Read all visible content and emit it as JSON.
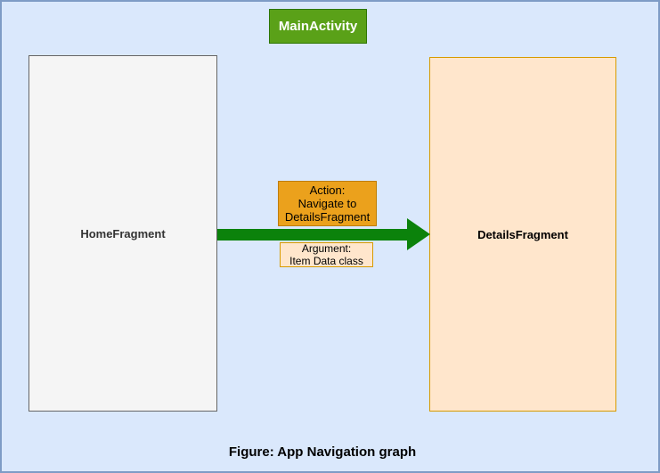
{
  "figure": {
    "caption": "Figure: App Navigation graph",
    "background_color": "#dae8fc",
    "border_color": "#7e9cc6"
  },
  "nodes": {
    "main_activity": {
      "label": "MainActivity",
      "fill": "#5aa118",
      "border": "#2d7600",
      "text_color": "#ffffff"
    },
    "home_fragment": {
      "label": "HomeFragment",
      "fill": "#f5f5f5",
      "border": "#666666",
      "text_color": "#333333"
    },
    "details_fragment": {
      "label": "DetailsFragment",
      "fill": "#ffe6cc",
      "border": "#d79b00",
      "text_color": "#000000"
    }
  },
  "arrow": {
    "direction": "right",
    "color": "#0b820b",
    "from": "HomeFragment",
    "to": "DetailsFragment",
    "action_lines": [
      "Action:",
      "Navigate to",
      "DetailsFragment"
    ],
    "argument_lines": [
      "Argument:",
      "Item Data class"
    ]
  }
}
